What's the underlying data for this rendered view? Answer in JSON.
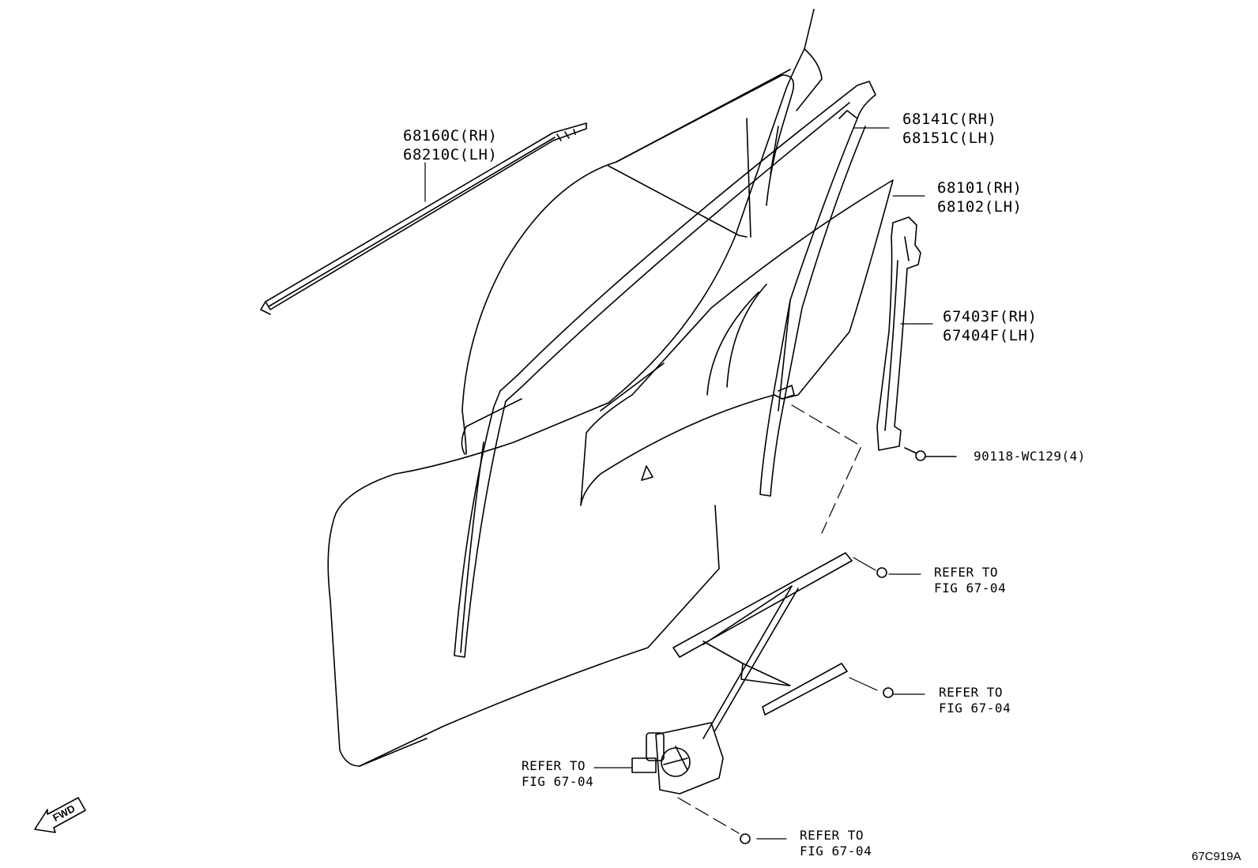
{
  "figure_id": "67C919A",
  "fwd_label": "FWD",
  "callouts": [
    {
      "lines": [
        "68160C(RH)",
        "68210C(LH)"
      ]
    },
    {
      "lines": [
        "68141C(RH)",
        "68151C(LH)"
      ]
    },
    {
      "lines": [
        "68101(RH)",
        "68102(LH)"
      ]
    },
    {
      "lines": [
        "67403F(RH)",
        "67404F(LH)"
      ]
    },
    {
      "lines": [
        "90118-WC129(4)"
      ]
    },
    {
      "lines": [
        "REFER TO",
        "FIG 67-04"
      ]
    },
    {
      "lines": [
        "REFER TO",
        "FIG 67-04"
      ]
    },
    {
      "lines": [
        "REFER TO",
        "FIG 67-04"
      ]
    },
    {
      "lines": [
        "REFER TO",
        "FIG 67-04"
      ]
    }
  ],
  "colors": {
    "line": "#000000",
    "background": "#ffffff"
  }
}
